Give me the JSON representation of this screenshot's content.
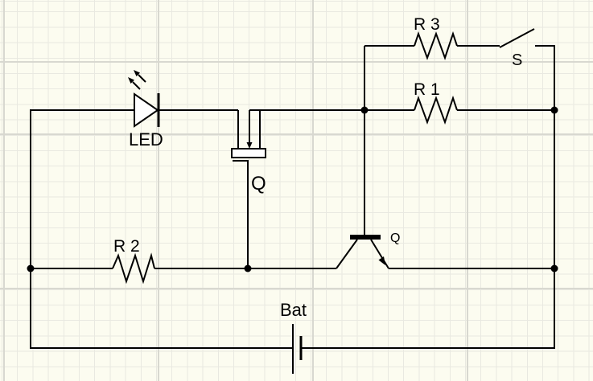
{
  "diagram": {
    "type": "circuit-schematic",
    "background_color": "#FCFCF0",
    "grid_minor_color": "#E9E9E1",
    "grid_major_color": "#D8D8D0",
    "ink_color": "#000000",
    "components": {
      "led": {
        "label": "LED",
        "kind": "light-emitting-diode"
      },
      "mosfet": {
        "label": "Q",
        "kind": "mosfet-transistor"
      },
      "bjt": {
        "label": "Q",
        "kind": "bjt-transistor"
      },
      "r1": {
        "label": "R 1",
        "kind": "resistor"
      },
      "r2": {
        "label": "R 2",
        "kind": "resistor"
      },
      "r3": {
        "label": "R 3",
        "kind": "resistor"
      },
      "switch": {
        "label": "S",
        "kind": "spst-switch-open"
      },
      "battery": {
        "label": "Bat",
        "kind": "battery"
      }
    }
  }
}
